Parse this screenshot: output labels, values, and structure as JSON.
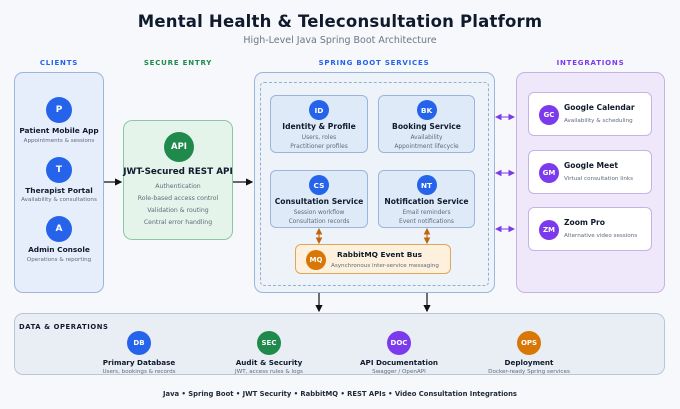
{
  "header": {
    "title": "Mental Health & Teleconsultation Platform",
    "subtitle": "High-Level Java Spring Boot Architecture"
  },
  "columns": {
    "clients": "CLIENTS",
    "secure_entry": "SECURE ENTRY",
    "services": "SPRING BOOT SERVICES",
    "integrations": "INTEGRATIONS"
  },
  "clients": [
    {
      "badge": "P",
      "title": "Patient Mobile App",
      "subtitle": "Appointments & sessions"
    },
    {
      "badge": "T",
      "title": "Therapist Portal",
      "subtitle": "Availability & consultations"
    },
    {
      "badge": "A",
      "title": "Admin Console",
      "subtitle": "Operations & reporting"
    }
  ],
  "gateway": {
    "badge": "API",
    "title": "JWT-Secured REST API",
    "lines": [
      "Authentication",
      "Role-based access control",
      "Validation & routing",
      "Central error handling"
    ]
  },
  "services": [
    {
      "badge": "ID",
      "title": "Identity & Profile",
      "line1": "Users, roles",
      "line2": "Practitioner profiles"
    },
    {
      "badge": "BK",
      "title": "Booking Service",
      "line1": "Availability",
      "line2": "Appointment lifecycle"
    },
    {
      "badge": "CS",
      "title": "Consultation Service",
      "line1": "Session workflow",
      "line2": "Consultation records"
    },
    {
      "badge": "NT",
      "title": "Notification Service",
      "line1": "Email reminders",
      "line2": "Event notifications"
    }
  ],
  "event_bus": {
    "badge": "MQ",
    "title": "RabbitMQ Event Bus",
    "subtitle": "Asynchronous inter-service messaging"
  },
  "integrations": [
    {
      "badge": "GC",
      "title": "Google Calendar",
      "subtitle": "Availability & scheduling"
    },
    {
      "badge": "GM",
      "title": "Google Meet",
      "subtitle": "Virtual consultation links"
    },
    {
      "badge": "ZM",
      "title": "Zoom Pro",
      "subtitle": "Alternative video sessions"
    }
  ],
  "data_ops": {
    "label": "DATA & OPERATIONS",
    "items": [
      {
        "badge": "DB",
        "title": "Primary Database",
        "subtitle": "Users, bookings & records",
        "color": "#2563eb"
      },
      {
        "badge": "SEC",
        "title": "Audit & Security",
        "subtitle": "JWT, access rules & logs",
        "color": "#1f8a4c"
      },
      {
        "badge": "DOC",
        "title": "API Documentation",
        "subtitle": "Swagger / OpenAPI",
        "color": "#7c3aed"
      },
      {
        "badge": "OPS",
        "title": "Deployment",
        "subtitle": "Docker-ready Spring services",
        "color": "#d97706"
      }
    ]
  },
  "footer": "Java • Spring Boot • JWT Security • RabbitMQ • REST APIs • Video Consultation Integrations",
  "colors": {
    "clients": "#2563eb",
    "gateway": "#1f8a4c",
    "services": "#2563eb",
    "event_bus": "#d97706",
    "integrations": "#7c3aed"
  }
}
